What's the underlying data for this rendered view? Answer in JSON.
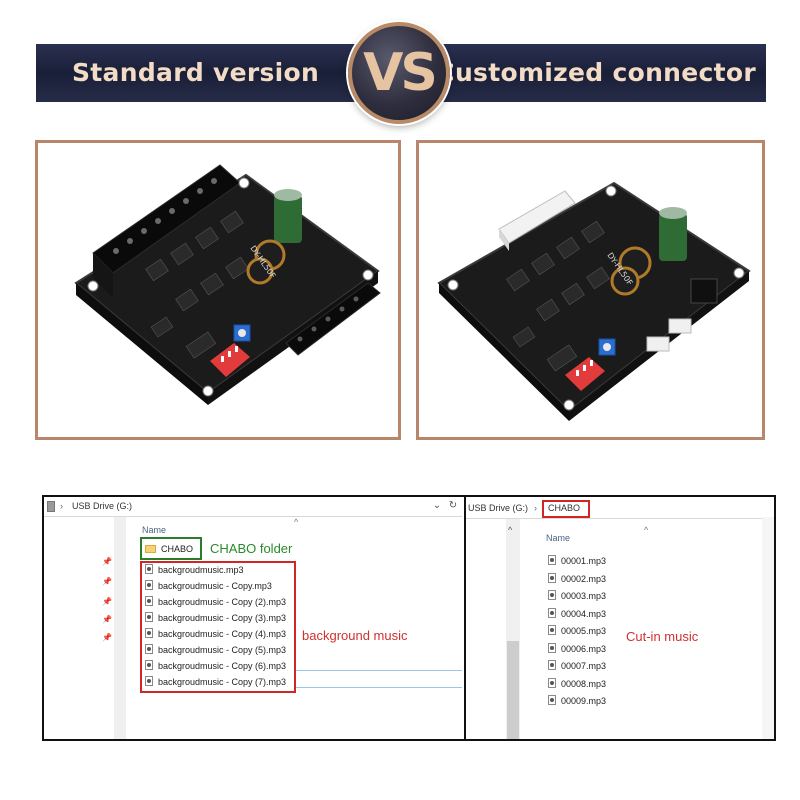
{
  "banner": {
    "left_title": "Standard version",
    "vs": "VS",
    "right_title": "Customized connector"
  },
  "photos": {
    "left_board_text": "DY-HL50F",
    "right_board_text": "DY-HL50F"
  },
  "explorer_left": {
    "address": {
      "drive": "USB Drive (G:)"
    },
    "column_name": "Name",
    "folder": {
      "name": "CHABO",
      "annotation": "CHABO folder"
    },
    "files": [
      "backgroudmusic.mp3",
      "backgroudmusic - Copy.mp3",
      "backgroudmusic - Copy (2).mp3",
      "backgroudmusic - Copy (3).mp3",
      "backgroudmusic - Copy (4).mp3",
      "backgroudmusic - Copy (5).mp3",
      "backgroudmusic - Copy (6).mp3",
      "backgroudmusic - Copy (7).mp3"
    ],
    "files_annotation": "background music"
  },
  "explorer_right": {
    "address": {
      "drive": "USB Drive (G:)",
      "folder": "CHABO"
    },
    "column_name": "Name",
    "files": [
      "00001.mp3",
      "00002.mp3",
      "00003.mp3",
      "00004.mp3",
      "00005.mp3",
      "00006.mp3",
      "00007.mp3",
      "00008.mp3",
      "00009.mp3"
    ],
    "files_annotation": "Cut-in music"
  },
  "colors": {
    "banner_bg": "#1a1f38",
    "banner_text": "#f2dcc6",
    "frame": "#b8866a",
    "annotation_green": "#2a8a2a",
    "annotation_red": "#d03030"
  }
}
